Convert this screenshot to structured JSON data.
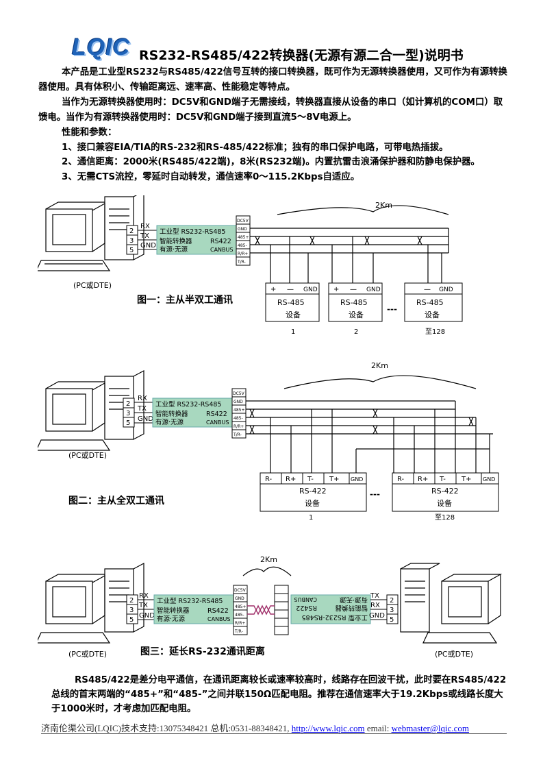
{
  "header": {
    "logo": "LQIC",
    "title": "RS232-RS485/422转换器(无源有源二合一型)说明书"
  },
  "intro": {
    "p1": "本产品是工业型RS232与RS485/422信号互转的接口转换器，既可作为无源转换器使用，又可作为有源转换器使用。具有体积小、传输距离远、速率高、性能稳定等特点。",
    "p2": "当作为无源转换器使用时：DC5V和GND端子无需接线，转换器直接从设备的串口（如计算机的COM口）取馈电。当作为有源转换器使用时：DC5V和GND端子接到直流5～8V电源上。",
    "perf_title": "性能和参数：",
    "items": [
      "1、接口兼容EIA/TIA的RS-232和RS-485/422标准；独有的串口保护电路，可带电热插拔。",
      "2、通信距离：2000米(RS485/422端)，8米(RS232端)。内置抗雷击浪涌保护器和防静电保护器。",
      "3、无需CTS流控，零延时自动转发，通信速率0～115.2Kbps自适应。"
    ]
  },
  "diagram1": {
    "caption": "图一：主从半双工通讯",
    "pc_label": "(PC或DTE)",
    "distance": "2Km",
    "pins": [
      "2",
      "3",
      "5"
    ],
    "signals": [
      "RX",
      "TX",
      "GND"
    ],
    "conv_lines": [
      "工业型 RS232-RS485",
      "智能转换器",
      "RS422",
      "有源·无源",
      "CANBUS"
    ],
    "terminals": [
      "DC5V",
      "GND",
      "485+",
      "485-",
      "R/R+",
      "T/R-"
    ],
    "devices": [
      {
        "pins": [
          "+",
          "—",
          "GND"
        ],
        "name": "RS-485",
        "label": "设备",
        "num": "1"
      },
      {
        "pins": [
          "+",
          "—",
          "GND"
        ],
        "name": "RS-485",
        "label": "设备",
        "num": "2"
      },
      {
        "pins": [
          "—",
          "GND"
        ],
        "name": "RS-485",
        "label": "设备",
        "num": "至128"
      }
    ],
    "dots": "---"
  },
  "diagram2": {
    "caption": "图二：主从全双工通讯",
    "pc_label": "(PC或DTE)",
    "distance": "2Km",
    "pins": [
      "2",
      "3",
      "5"
    ],
    "signals": [
      "RX",
      "TX",
      "GND"
    ],
    "conv_lines": [
      "工业型 RS232-RS485",
      "智能转换器",
      "RS422",
      "有源·无源",
      "CANBUS"
    ],
    "terminals": [
      "DC5V",
      "GND",
      "485+",
      "485-",
      "R/R+",
      "T/R-"
    ],
    "devices": [
      {
        "pins": [
          "R-",
          "R+",
          "T-",
          "T+",
          "GND"
        ],
        "name": "RS-422",
        "label": "设备",
        "num": "1"
      },
      {
        "pins": [
          "R-",
          "R+",
          "T-",
          "T+",
          "GND"
        ],
        "name": "RS-422",
        "label": "设备",
        "num": "至128"
      }
    ],
    "dots": "---"
  },
  "diagram3": {
    "caption": "图三：延长RS-232通讯距离",
    "pc_left": "(PC或DTE)",
    "pc_right": "(PC或DTE)",
    "distance": "2Km",
    "pins": [
      "2",
      "3",
      "5"
    ],
    "signals_left": [
      "RX",
      "TX",
      "GND"
    ],
    "signals_right": [
      "TX",
      "RX",
      "GND"
    ],
    "conv_lines": [
      "工业型 RS232-RS485",
      "智能转换器",
      "RS422",
      "有源·无源",
      "CANBUS"
    ],
    "terminals": [
      "DC5V",
      "GND",
      "485+",
      "485-",
      "R/R+",
      "T/R-"
    ]
  },
  "bottom_text": {
    "p1": "RS485/422是差分电平通信，在通讯距离较长或速率较高时，线路存在回波干扰，此时要在RS485/422总线的首末两端的“485+”和“485-”之间并联150Ω匹配电阻。推荐在通信速率大于19.2Kbps或线路长度大于1000米时，才考虑加匹配电阻。"
  },
  "footer": {
    "company": "济南伦渠公司(LQIC)技术支持:13075348421  总机:0531-88348421,",
    "url": "http://www.lqic.com",
    "email_label": "email:",
    "email": "webmaster@lqic.com"
  }
}
